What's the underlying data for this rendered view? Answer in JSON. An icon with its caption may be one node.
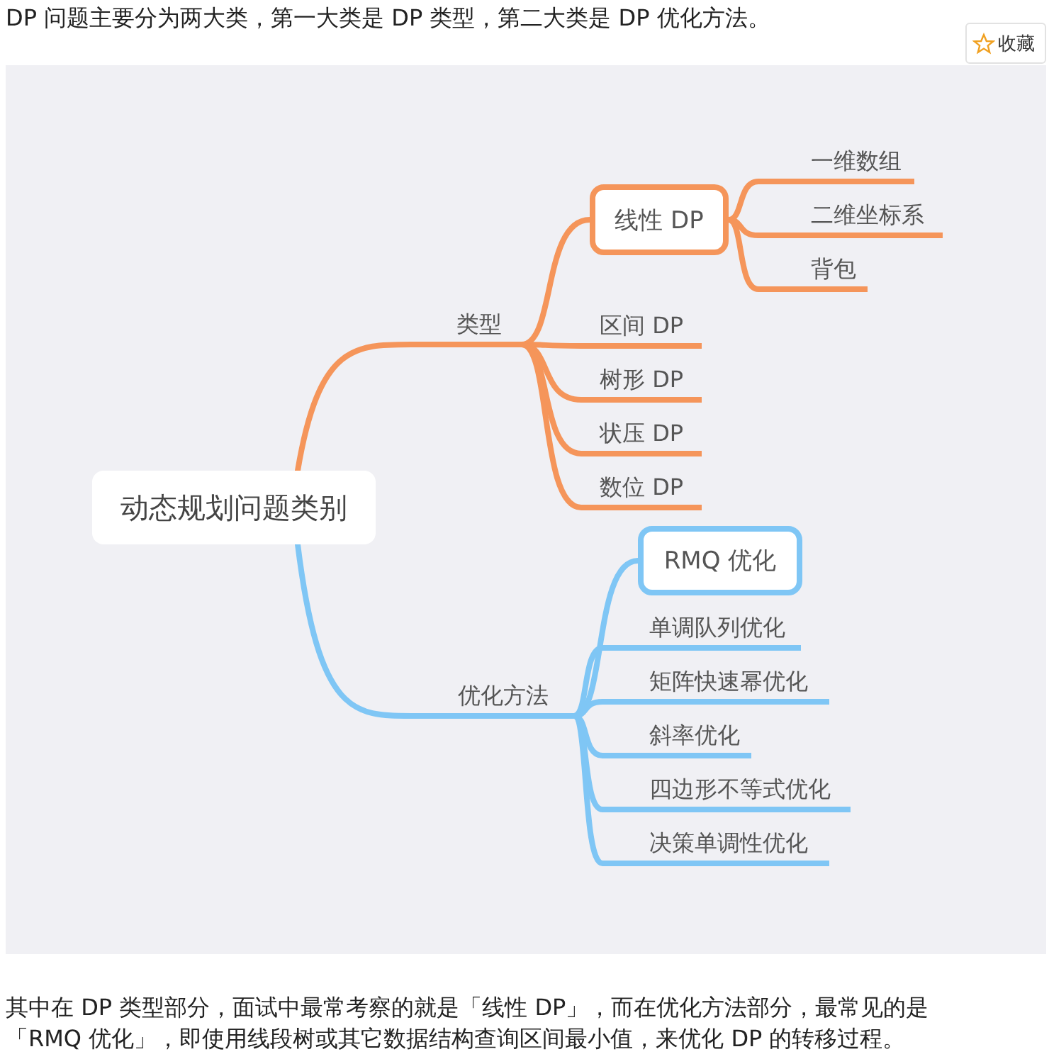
{
  "diagram": {
    "nodes": [
      {
        "text": [
          "动态规划问题类别"
        ]
      },
      {
        "text": [
          "类型"
        ]
      },
      {
        "text": [
          "线性 DP"
        ]
      },
      {
        "text": [
          "一维数组"
        ]
      },
      {
        "text": [
          "二维坐标系"
        ]
      },
      {
        "text": [
          "背包"
        ]
      },
      {
        "text": [
          "区间 DP"
        ]
      },
      {
        "text": [
          "树形 DP"
        ]
      },
      {
        "text": [
          "状压 DP"
        ]
      },
      {
        "text": [
          "数位 DP"
        ]
      },
      {
        "text": [
          "优化方法"
        ]
      },
      {
        "text": [
          "RMQ 优化"
        ]
      },
      {
        "text": [
          "单调队列优化"
        ]
      },
      {
        "text": [
          "矩阵快速幂优化"
        ]
      },
      {
        "text": [
          "斜率优化"
        ]
      },
      {
        "text": [
          "四边形不等式优化"
        ]
      },
      {
        "text": [
          "决策单调性优化"
        ]
      }
    ],
    "edges": [
      {
        "from": 0,
        "to": 1,
        "arrow": "none"
      },
      {
        "from": 1,
        "to": 2,
        "arrow": "none"
      },
      {
        "from": 2,
        "to": 3,
        "arrow": "none"
      },
      {
        "from": 2,
        "to": 4,
        "arrow": "none"
      },
      {
        "from": 2,
        "to": 5,
        "arrow": "none"
      },
      {
        "from": 1,
        "to": 6,
        "arrow": "none"
      },
      {
        "from": 1,
        "to": 7,
        "arrow": "none"
      },
      {
        "from": 1,
        "to": 8,
        "arrow": "none"
      },
      {
        "from": 1,
        "to": 9,
        "arrow": "none"
      },
      {
        "from": 0,
        "to": 10,
        "arrow": "none",
        "color": "#7fc6f5"
      },
      {
        "from": 10,
        "to": 11,
        "arrow": "none",
        "color": "#7fc6f5"
      },
      {
        "from": 10,
        "to": 12,
        "arrow": "none",
        "color": "#7fc6f5"
      },
      {
        "from": 10,
        "to": 13,
        "arrow": "none",
        "color": "#7fc6f5"
      },
      {
        "from": 10,
        "to": 14,
        "arrow": "none",
        "color": "#7fc6f5"
      },
      {
        "from": 10,
        "to": 15,
        "arrow": "none",
        "color": "#7fc6f5"
      },
      {
        "from": 10,
        "to": 16,
        "arrow": "none",
        "color": "#7fc6f5"
      }
    ],
    "labels": [
      "DP 问题主要分为两大类，第一大类是 DP 类型，第二大类是 DP 优化方法。",
      "收藏",
      "其中在 DP 类型部分，面试中最常考察的就是「线性 DP」，而在优化方法部分，最常见的是「RMQ 优化」，即使用线段树或其它数据结构查询区间最小值，来优化 DP 的转移过程。"
    ]
  }
}
